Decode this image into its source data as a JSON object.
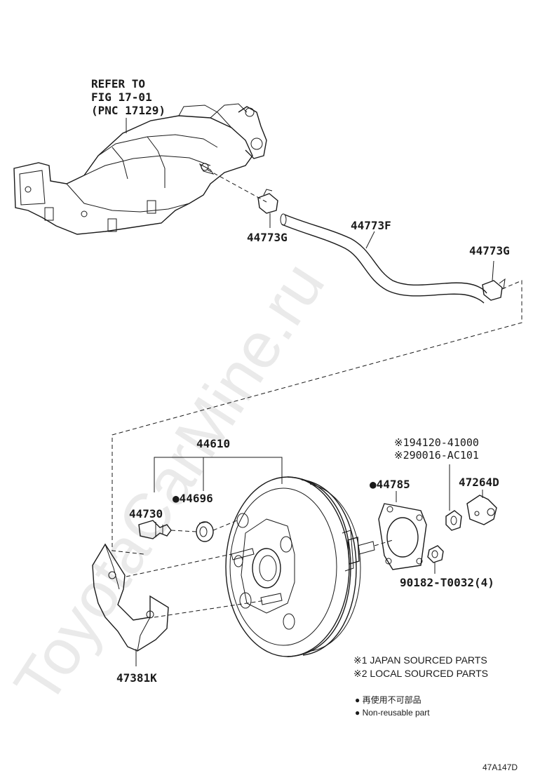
{
  "diagram": {
    "refer_note": [
      "REFER TO",
      "FIG 17-01",
      "(PNC 17129)"
    ],
    "labels": {
      "clip_upper": "44773G",
      "hose": "44773F",
      "clip_right": "44773G",
      "booster_assy": "44610",
      "grommet": "●44696",
      "check_valve": "44730",
      "gasket": "●44785",
      "clevis": "47264D",
      "nut_japan": "※194120-41000",
      "nut_local": "※290016-AC101",
      "bolt": "90182-T0032(4)",
      "bracket": "47381K"
    },
    "legend": {
      "japan": "※1 JAPAN SOURCED PARTS",
      "local": "※2 LOCAL SOURCED PARTS",
      "nonreusable_jp": "● 再使用不可部品",
      "nonreusable_en": "● Non-reusable part"
    },
    "figure_id": "47A147D",
    "watermark": "ToyotaCarMine.ru"
  }
}
